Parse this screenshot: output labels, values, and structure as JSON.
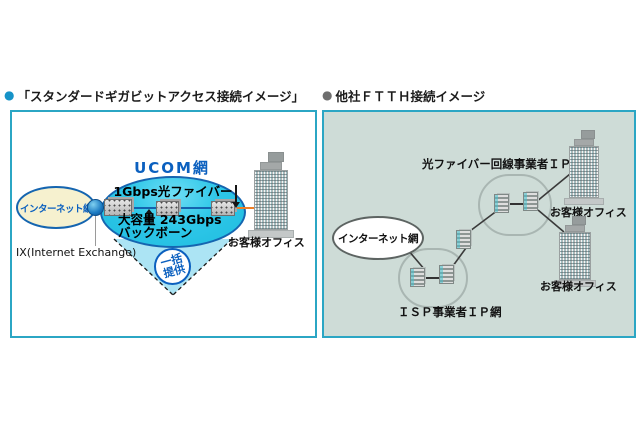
{
  "headers": {
    "left": {
      "bullet": "●",
      "title": "「スタンダードギガビットアクセス接続イメージ」"
    },
    "right": {
      "bullet": "●",
      "title": "他社ＦＴＴＨ接続イメージ"
    }
  },
  "standard_panel": {
    "network_title": "UCOM網",
    "internet_cloud_label": "インターネット網",
    "fiber_line_label": "1Gbps光ファイバー",
    "backbone_label_line1": "大容量 243Gbps",
    "backbone_label_line2": "バックボーン",
    "ix_label": "IX(Internet Exchange)",
    "bundle_badge_line1": "一括",
    "bundle_badge_line2": "提供",
    "customer_office_label": "お客様オフィス"
  },
  "ftth_panel": {
    "fiber_carrier_label": "光ファイバー回線事業者ＩＰ網",
    "internet_cloud_label": "インターネット網",
    "isp_label": "ＩＳＰ事業者ＩＰ網",
    "customer_office_top_label": "お客様オフィス",
    "customer_office_bottom_label": "お客様オフィス"
  },
  "colors": {
    "panel_border": "#2ba6c4",
    "ftth_panel_bg": "#cedcd7",
    "ucom_ellipse_fill": "#2ec7e8",
    "ucom_ellipse_border": "#1565b0",
    "internet_cloud_fill": "#f6f1cf",
    "triangle_fill": "#ace4f4",
    "orange_line": "#ee7f26",
    "blue_text": "#0b60bf",
    "header_bullet_left": "#1693c8",
    "header_bullet_right": "#6e6e6e"
  }
}
